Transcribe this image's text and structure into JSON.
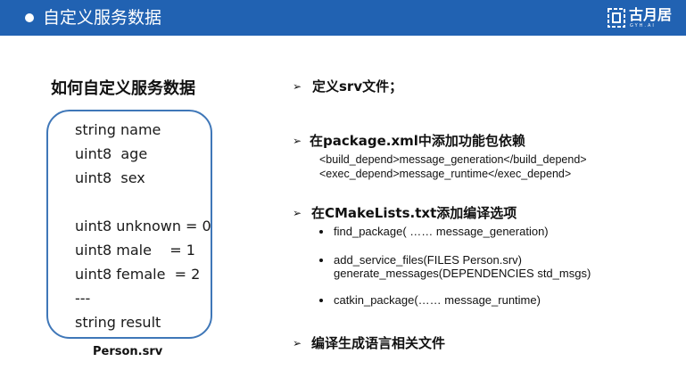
{
  "header": {
    "title": "自定义服务数据",
    "logo_text": "古月居",
    "logo_sub": "GYH.AI",
    "color": "#2162b2"
  },
  "left": {
    "heading": "如何自定义服务数据",
    "srv_lines": [
      "string name",
      "uint8  age",
      "uint8  sex",
      "uint8 unknown = 0",
      "uint8 male    = 1",
      "uint8 female  = 2",
      "---",
      "string result"
    ],
    "caption": "Person.srv"
  },
  "right": {
    "items": [
      {
        "title": "定义srv文件；"
      },
      {
        "title": "在package.xml中添加功能包依赖",
        "code": [
          "<build_depend>message_generation</build_depend>",
          "<exec_depend>message_runtime</exec_depend>"
        ]
      },
      {
        "title": "在CMakeLists.txt添加编译选项",
        "bullets": [
          [
            "find_package( ……  message_generation)"
          ],
          [
            "add_service_files(FILES Person.srv)",
            "generate_messages(DEPENDENCIES std_msgs)"
          ],
          [
            "catkin_package(…… message_runtime)"
          ]
        ]
      },
      {
        "title": "编译生成语言相关文件"
      }
    ]
  },
  "icons": {
    "bullet_dot": "circle-icon",
    "arrow": "arrow-right-icon",
    "logo": "logo-icon"
  }
}
